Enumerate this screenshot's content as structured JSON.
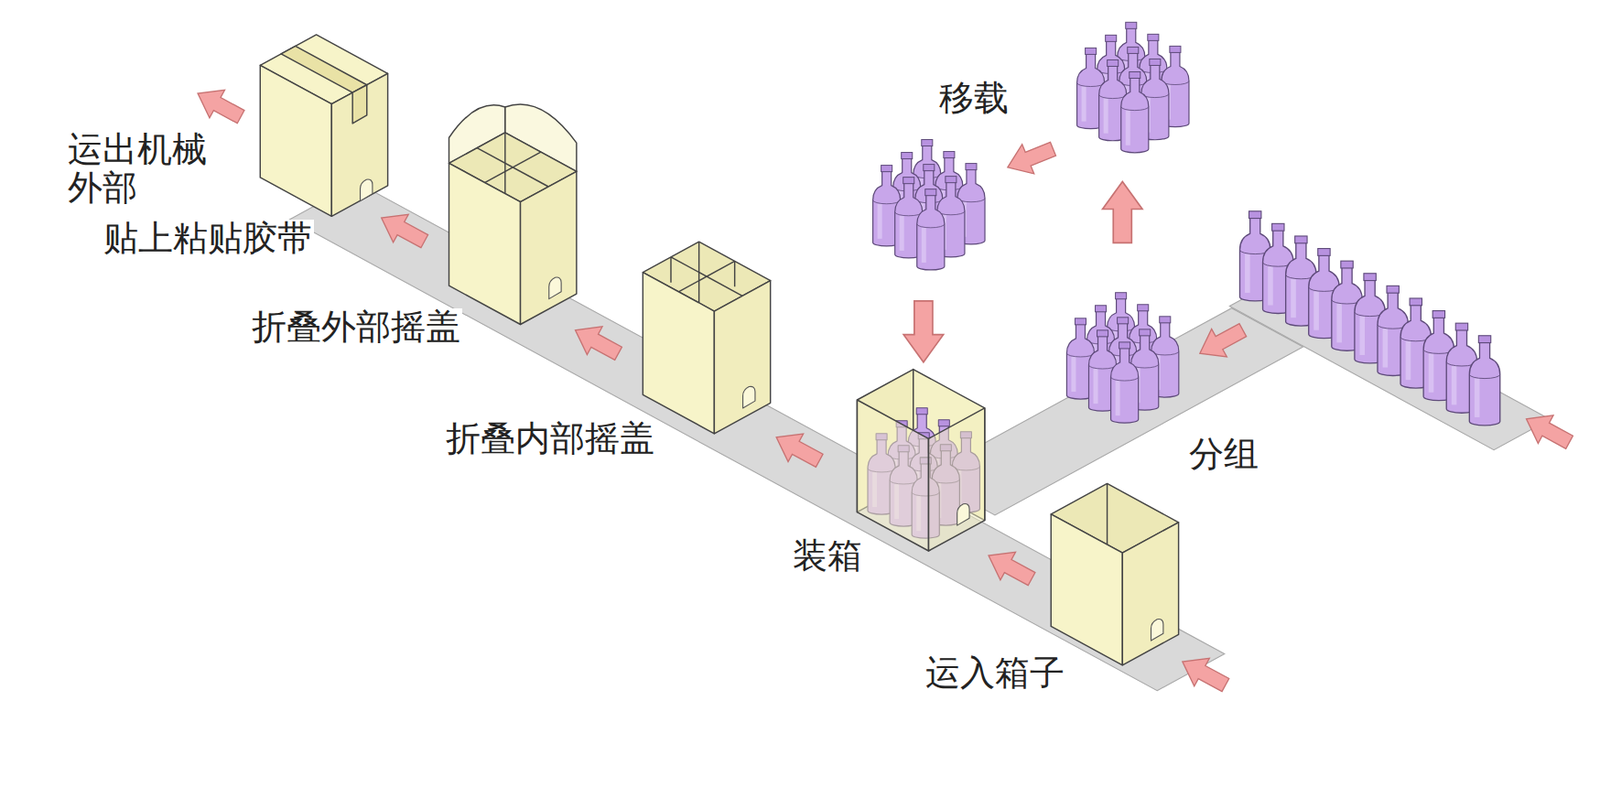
{
  "diagram": {
    "labels": [
      "运出机械 外部",
      "贴上粘贴胶带",
      "折叠外部摇盖",
      "折叠内部摇盖",
      "装箱",
      "运入箱子",
      "分组",
      "移载"
    ]
  }
}
